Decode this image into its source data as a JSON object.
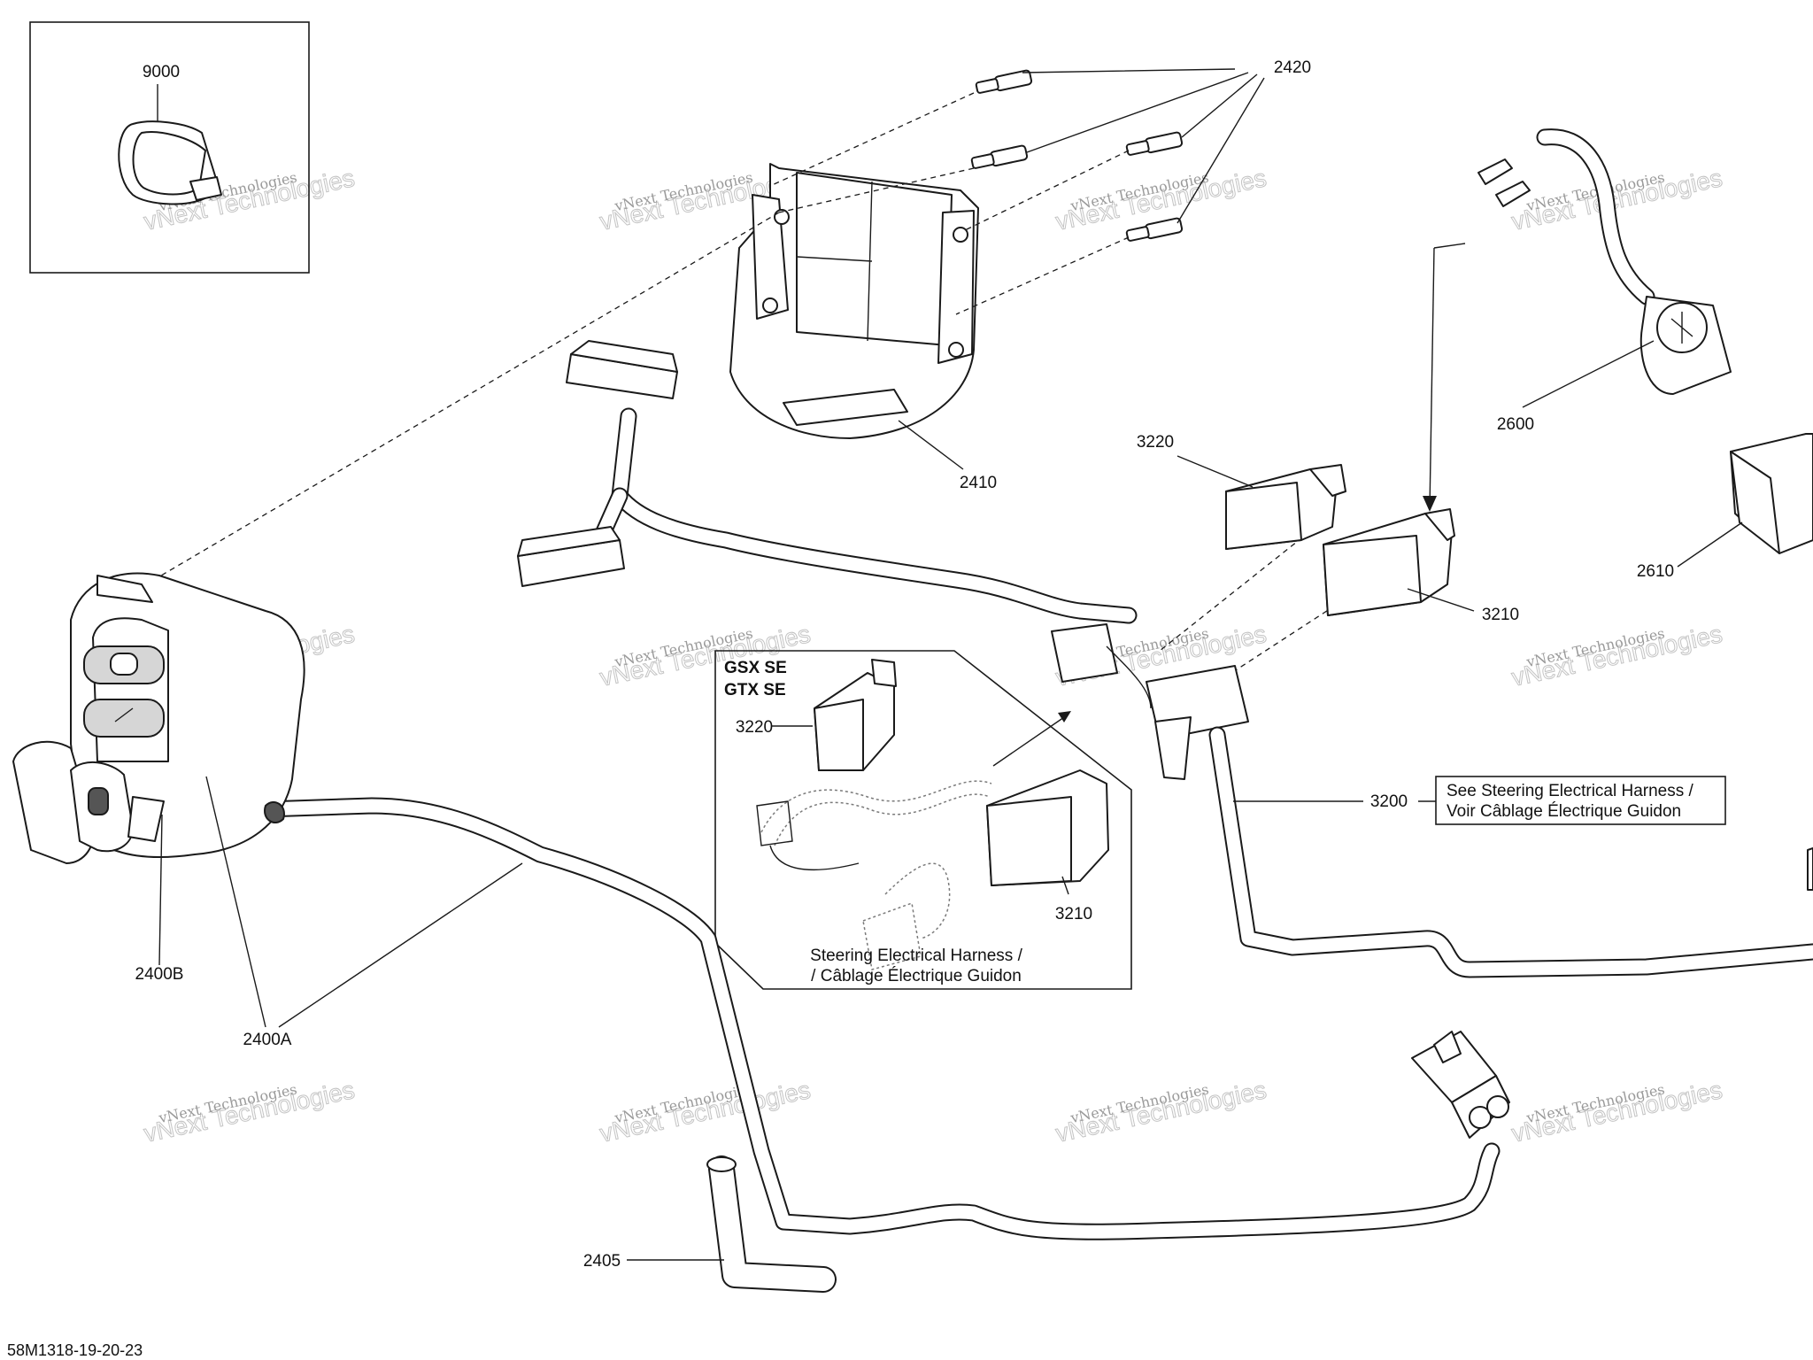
{
  "callouts": {
    "c9000": "9000",
    "c2420": "2420",
    "c2410": "2410",
    "c3220": "3220",
    "c3210": "3210",
    "c2600": "2600",
    "c2610": "2610",
    "c3200": "3200",
    "c2400b": "2400B",
    "c2400a": "2400A",
    "c2405": "2405",
    "inset_3220": "3220",
    "inset_3210": "3210"
  },
  "inset": {
    "model_line1": "GSX SE",
    "model_line2": "GTX SE",
    "caption_line1": "Steering Electrical Harness /",
    "caption_line2": "/ Câblage Électrique Guidon"
  },
  "note": {
    "line1": "See Steering Electrical Harness /",
    "line2": "Voir Câblage Électrique Guidon"
  },
  "watermark": {
    "small": "vNext Technologies",
    "big": "vNext\nTechnologies"
  },
  "drawing_number": "58M1318-19-20-23"
}
